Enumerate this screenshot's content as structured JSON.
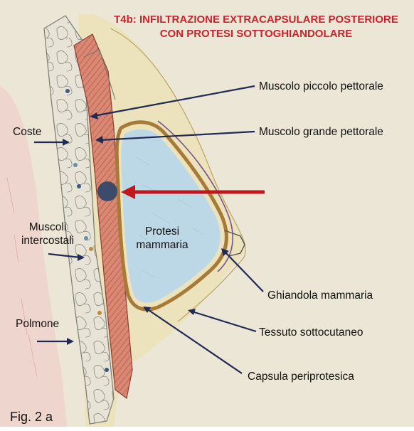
{
  "title": {
    "line1": "T4b: INFILTRAZIONE EXTRACAPSULARE POSTERIORE",
    "line2": "CON PROTESI SOTTOGHIANDOLARE"
  },
  "labels": {
    "piccolo_pettorale": "Muscolo piccolo pettorale",
    "grande_pettorale": "Muscolo grande pettorale",
    "coste": "Coste",
    "muscoli_line1": "Muscoli",
    "muscoli_line2": "intercostali",
    "protesi_line1": "Protesi",
    "protesi_line2": "mammaria",
    "ghiandola": "Ghiandola mammaria",
    "polmone": "Polmone",
    "tessuto": "Tessuto sottocutaneo",
    "capsula": "Capsula periprotesica"
  },
  "figure_label": "Fig. 2 a",
  "colors": {
    "title": "#c8242b",
    "pointer": "#1f2a55",
    "red_arrow": "#c0161c",
    "tumor": "#3d4b6b",
    "prosthesis": "#bcd8e6",
    "capsule": "#a87a38",
    "muscle": "#d98874"
  }
}
